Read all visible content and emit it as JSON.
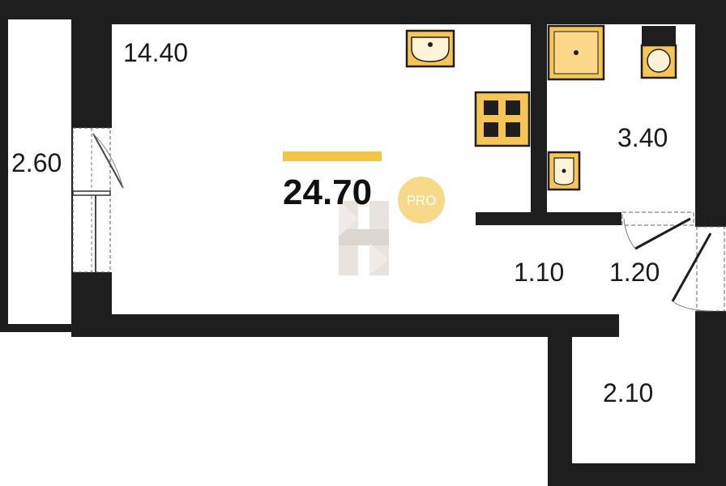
{
  "plan": {
    "total_area": "24.70",
    "pro_badge": "PRO",
    "rooms": {
      "main_room": "14.40",
      "balcony": "2.60",
      "bathroom": "3.40",
      "hallway": "1.10",
      "corridor": "1.20",
      "storage": "2.10"
    },
    "watermark_letter": "H"
  },
  "colors": {
    "wall": "#1e1e1e",
    "fixture_fill": "#f7c456",
    "accent": "#f4c542",
    "badge": "#f8d98a",
    "watermark": "#e9e5e2"
  }
}
